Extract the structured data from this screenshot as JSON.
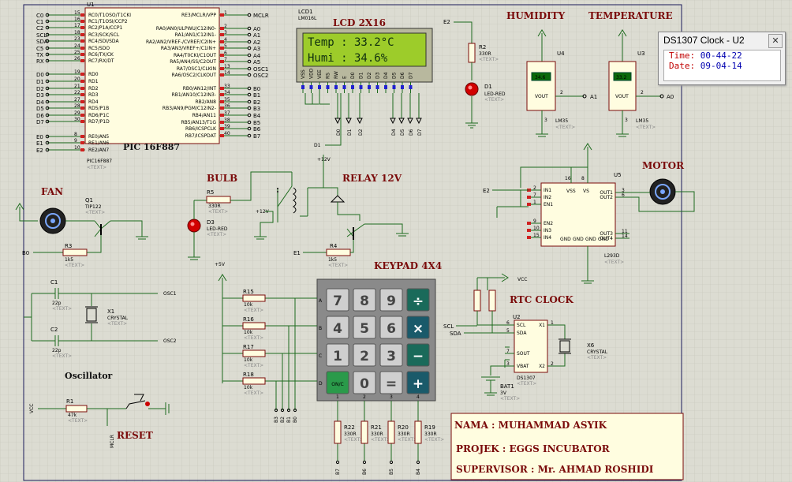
{
  "mcu": {
    "ref": "U1",
    "name": "PIC 16F887",
    "sub": "PIC16F887",
    "text": "<TEXT>",
    "left_pins": [
      {
        "net": "C0",
        "num": "15",
        "fn": "RC0/T1OSO/T1CKI"
      },
      {
        "net": "C1",
        "num": "16",
        "fn": "RC1/T1OSI/CCP2"
      },
      {
        "net": "C2",
        "num": "17",
        "fn": "RC2/P1A/CCP1"
      },
      {
        "net": "SCL",
        "num": "18",
        "fn": "RC3/SCK/SCL"
      },
      {
        "net": "SDA",
        "num": "23",
        "fn": "RC4/SDI/SDA"
      },
      {
        "net": "C5",
        "num": "24",
        "fn": "RC5/SDO"
      },
      {
        "net": "TX",
        "num": "25",
        "fn": "RC6/TX/CK"
      },
      {
        "net": "RX",
        "num": "26",
        "fn": "RC7/RX/DT"
      },
      {
        "net": "D0",
        "num": "19",
        "fn": "RD0"
      },
      {
        "net": "D1",
        "num": "20",
        "fn": "RD1"
      },
      {
        "net": "D2",
        "num": "21",
        "fn": "RD2"
      },
      {
        "net": "D3",
        "num": "22",
        "fn": "RD3"
      },
      {
        "net": "D4",
        "num": "27",
        "fn": "RD4"
      },
      {
        "net": "D5",
        "num": "28",
        "fn": "RD5/P1B"
      },
      {
        "net": "D6",
        "num": "29",
        "fn": "RD6/P1C"
      },
      {
        "net": "D7",
        "num": "30",
        "fn": "RD7/P1D"
      },
      {
        "net": "E0",
        "num": "8",
        "fn": "RE0/AN5"
      },
      {
        "net": "E1",
        "num": "9",
        "fn": "RE1/AN6"
      },
      {
        "net": "E2",
        "num": "10",
        "fn": "RE2/AN7"
      }
    ],
    "right_pins": [
      {
        "net": "MCLR",
        "num": "1",
        "fn": "RE3/MCLR/VPP"
      },
      {
        "net": "A0",
        "num": "2",
        "fn": "RA0/AN0/ULPWU/C12IN0-"
      },
      {
        "net": "A1",
        "num": "3",
        "fn": "RA1/AN1/C12IN1-"
      },
      {
        "net": "A2",
        "num": "4",
        "fn": "RA2/AN2/VREF-/CVREF/C2IN+"
      },
      {
        "net": "A3",
        "num": "5",
        "fn": "RA3/AN3/VREF+/C1IN+"
      },
      {
        "net": "A4",
        "num": "6",
        "fn": "RA4/T0CKI/C1OUT"
      },
      {
        "net": "A5",
        "num": "7",
        "fn": "RA5/AN4/SS/C2OUT"
      },
      {
        "net": "OSC1",
        "num": "13",
        "fn": "RA7/OSC1/CLKIN"
      },
      {
        "net": "OSC2",
        "num": "14",
        "fn": "RA6/OSC2/CLKOUT"
      },
      {
        "net": "B0",
        "num": "33",
        "fn": "RB0/AN12/INT"
      },
      {
        "net": "B1",
        "num": "34",
        "fn": "RB1/AN10/C12IN3-"
      },
      {
        "net": "B2",
        "num": "35",
        "fn": "RB2/AN8"
      },
      {
        "net": "B3",
        "num": "36",
        "fn": "RB3/AN9/PGM/C12IN2-"
      },
      {
        "net": "B4",
        "num": "37",
        "fn": "RB4/AN11"
      },
      {
        "net": "B5",
        "num": "38",
        "fn": "RB5/AN13/T1G"
      },
      {
        "net": "B6",
        "num": "39",
        "fn": "RB6/ICSPCLK"
      },
      {
        "net": "B7",
        "num": "40",
        "fn": "RB7/ICSPDAT"
      }
    ]
  },
  "lcd": {
    "ref": "LCD1",
    "model": "LM016L",
    "label": "LCD 2X16",
    "line1": "Temp : 33.2°C",
    "line2": "Humi : 34.6%",
    "pins": [
      "VSS",
      "VDD",
      "VEE",
      "RS",
      "RW",
      "E",
      "D0",
      "D1",
      "D2",
      "D3",
      "D4",
      "D5",
      "D6",
      "D7"
    ],
    "nets": [
      "D0",
      "D1",
      "D2",
      "D4",
      "D5",
      "D6",
      "D7"
    ]
  },
  "led_lcd": {
    "ref": "D1",
    "model": "LED-RED",
    "res": "R2",
    "val": "330R",
    "net": "E2"
  },
  "humidity": {
    "label": "HUMIDITY",
    "ref": "U4",
    "model": "LM35",
    "vout": "VOUT",
    "net": "A1",
    "reading": "34.6",
    "pins": [
      "1",
      "2",
      "3"
    ]
  },
  "temperature": {
    "label": "TEMPERATURE",
    "ref": "U3",
    "model": "LM35",
    "vout": "VOUT",
    "net": "A0",
    "reading": "33.2",
    "pins": [
      "1",
      "2",
      "3"
    ]
  },
  "fan": {
    "label": "FAN",
    "ref": "Q1",
    "model": "TIP122",
    "res": "R3",
    "val": "1k5",
    "net": "B0"
  },
  "bulb": {
    "label": "BULB",
    "ref": "D3",
    "model": "LED-RED",
    "res": "R5",
    "val": "330R"
  },
  "relay": {
    "label": "RELAY 12V",
    "res": "R4",
    "val": "1k5",
    "net": "E1",
    "supply": "+12V"
  },
  "motor": {
    "label": "MOTOR",
    "ref": "U5",
    "model": "L293D",
    "net": "E2",
    "left_pins": [
      {
        "n": "2",
        "f": "IN1"
      },
      {
        "n": "7",
        "f": "IN2"
      },
      {
        "n": "1",
        "f": "EN1"
      },
      {
        "n": "9",
        "f": "EN2"
      },
      {
        "n": "10",
        "f": "IN3"
      },
      {
        "n": "15",
        "f": "IN4"
      }
    ],
    "right_pins": [
      {
        "n": "3",
        "f": "OUT1"
      },
      {
        "n": "6",
        "f": "OUT2"
      },
      {
        "n": "11",
        "f": "OUT3"
      },
      {
        "n": "14",
        "f": "OUT4"
      }
    ],
    "top_pins": [
      {
        "n": "16",
        "f": "VSS"
      },
      {
        "n": "8",
        "f": "VS"
      }
    ],
    "bottom_pins": [
      "GND",
      "GND",
      "GND",
      "GND"
    ]
  },
  "osc": {
    "label": "Oscillator",
    "c1": "C1",
    "c2": "C2",
    "cval": "22p",
    "xtal": "X1",
    "xval": "CRYSTAL",
    "net1": "OSC1",
    "net2": "OSC2"
  },
  "reset": {
    "label": "RESET",
    "res": "R1",
    "val": "47k",
    "net": "MCLR",
    "vcc": "VCC"
  },
  "keypad": {
    "label": "KEYPAD 4X4",
    "keys": [
      "7",
      "8",
      "9",
      "÷",
      "4",
      "5",
      "6",
      "×",
      "1",
      "2",
      "3",
      "−",
      "ON/C",
      "0",
      "=",
      "+"
    ],
    "rows": [
      "A",
      "B",
      "C",
      "D"
    ],
    "cols": [
      "1",
      "2",
      "3",
      "4"
    ],
    "row_res": [
      {
        "ref": "R15",
        "val": "10k"
      },
      {
        "ref": "R16",
        "val": "10k"
      },
      {
        "ref": "R17",
        "val": "10k"
      },
      {
        "ref": "R18",
        "val": "10k"
      }
    ],
    "col_res": [
      {
        "ref": "R22",
        "val": "330R",
        "net": "B7"
      },
      {
        "ref": "R21",
        "val": "330R",
        "net": "B6"
      },
      {
        "ref": "R20",
        "val": "330R",
        "net": "B5"
      },
      {
        "ref": "R19",
        "val": "330R",
        "net": "B4"
      }
    ],
    "row_nets": [
      "B3",
      "B2",
      "B1",
      "B0"
    ],
    "supply": "+5V"
  },
  "rtc": {
    "label": "RTC CLOCK",
    "ref": "U2",
    "model": "DS1307",
    "xtal": "X6",
    "xval": "CRYSTAL",
    "bat": "BAT1",
    "batv": "3V",
    "vcc": "VCC",
    "left_pins": [
      {
        "n": "6",
        "f": "SCL"
      },
      {
        "n": "5",
        "f": "SDA"
      },
      {
        "n": "7",
        "f": "SOUT"
      },
      {
        "n": "3",
        "f": "VBAT"
      }
    ],
    "right_pins": [
      {
        "n": "1",
        "f": "X1"
      },
      {
        "n": "2",
        "f": "X2"
      }
    ],
    "nets": [
      "SCL",
      "SDA"
    ]
  },
  "info": {
    "name": "NAMA : MUHAMMAD ASYIK",
    "project": "PROJEK : EGGS INCUBATOR",
    "supervisor": "SUPERVISOR : Mr. AHMAD ROSHIDI"
  },
  "popup": {
    "title": "DS1307 Clock - U2",
    "close": "✕",
    "time_label": "Time:",
    "time": "00-44-22",
    "date_label": "Date:",
    "date": "09-04-14"
  },
  "placeholder": "<TEXT>",
  "colors": {
    "wire": "#1d6a1d",
    "component": "#7a0a0a",
    "grid": "#c9c9bd",
    "lcd": "#9dcc2a"
  }
}
